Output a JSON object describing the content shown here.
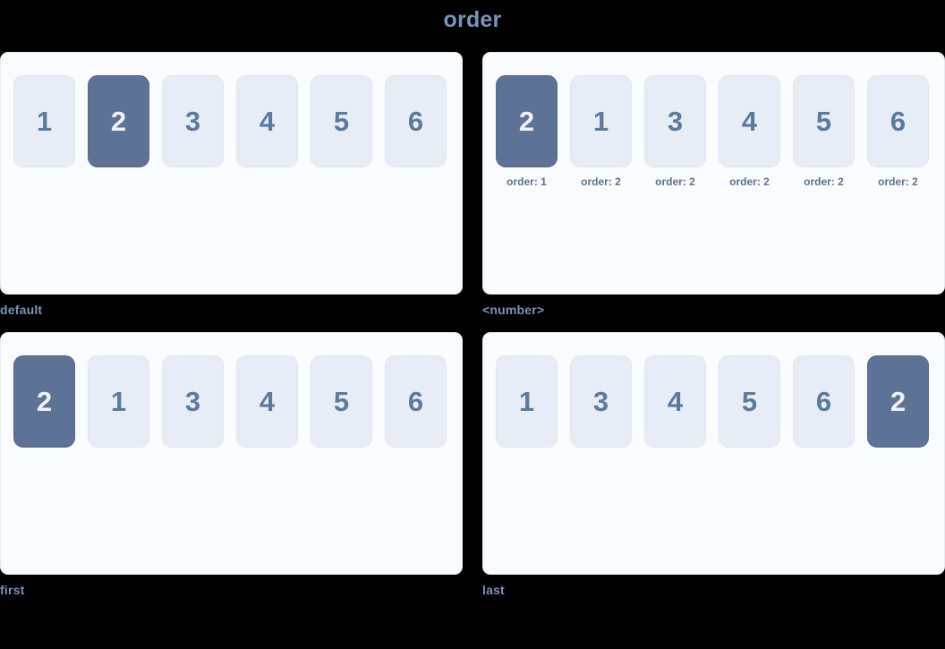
{
  "title": "order",
  "colors": {
    "page_background": "#000000",
    "panel_background": "#f9fbfd",
    "panel_border": "#e6ebf2",
    "card_background": "#e8edf5",
    "card_text": "#5b7a9e",
    "card_highlight_background": "#5e7296",
    "card_highlight_text": "#eef2f8",
    "caption_text": "#7b93b8",
    "label_text": "#5b7393",
    "title_text": "#7b93b8"
  },
  "panels": [
    {
      "caption": "default",
      "show_order_labels": false,
      "cards": [
        {
          "value": "1",
          "highlight": false,
          "order_label": ""
        },
        {
          "value": "2",
          "highlight": true,
          "order_label": ""
        },
        {
          "value": "3",
          "highlight": false,
          "order_label": ""
        },
        {
          "value": "4",
          "highlight": false,
          "order_label": ""
        },
        {
          "value": "5",
          "highlight": false,
          "order_label": ""
        },
        {
          "value": "6",
          "highlight": false,
          "order_label": ""
        }
      ]
    },
    {
      "caption": "<number>",
      "show_order_labels": true,
      "cards": [
        {
          "value": "2",
          "highlight": true,
          "order_label": "order: 1"
        },
        {
          "value": "1",
          "highlight": false,
          "order_label": "order: 2"
        },
        {
          "value": "3",
          "highlight": false,
          "order_label": "order: 2"
        },
        {
          "value": "4",
          "highlight": false,
          "order_label": "order: 2"
        },
        {
          "value": "5",
          "highlight": false,
          "order_label": "order: 2"
        },
        {
          "value": "6",
          "highlight": false,
          "order_label": "order: 2"
        }
      ]
    },
    {
      "caption": "first",
      "show_order_labels": false,
      "cards": [
        {
          "value": "2",
          "highlight": true,
          "order_label": ""
        },
        {
          "value": "1",
          "highlight": false,
          "order_label": ""
        },
        {
          "value": "3",
          "highlight": false,
          "order_label": ""
        },
        {
          "value": "4",
          "highlight": false,
          "order_label": ""
        },
        {
          "value": "5",
          "highlight": false,
          "order_label": ""
        },
        {
          "value": "6",
          "highlight": false,
          "order_label": ""
        }
      ]
    },
    {
      "caption": "last",
      "show_order_labels": false,
      "cards": [
        {
          "value": "1",
          "highlight": false,
          "order_label": ""
        },
        {
          "value": "3",
          "highlight": false,
          "order_label": ""
        },
        {
          "value": "4",
          "highlight": false,
          "order_label": ""
        },
        {
          "value": "5",
          "highlight": false,
          "order_label": ""
        },
        {
          "value": "6",
          "highlight": false,
          "order_label": ""
        },
        {
          "value": "2",
          "highlight": true,
          "order_label": ""
        }
      ]
    }
  ]
}
